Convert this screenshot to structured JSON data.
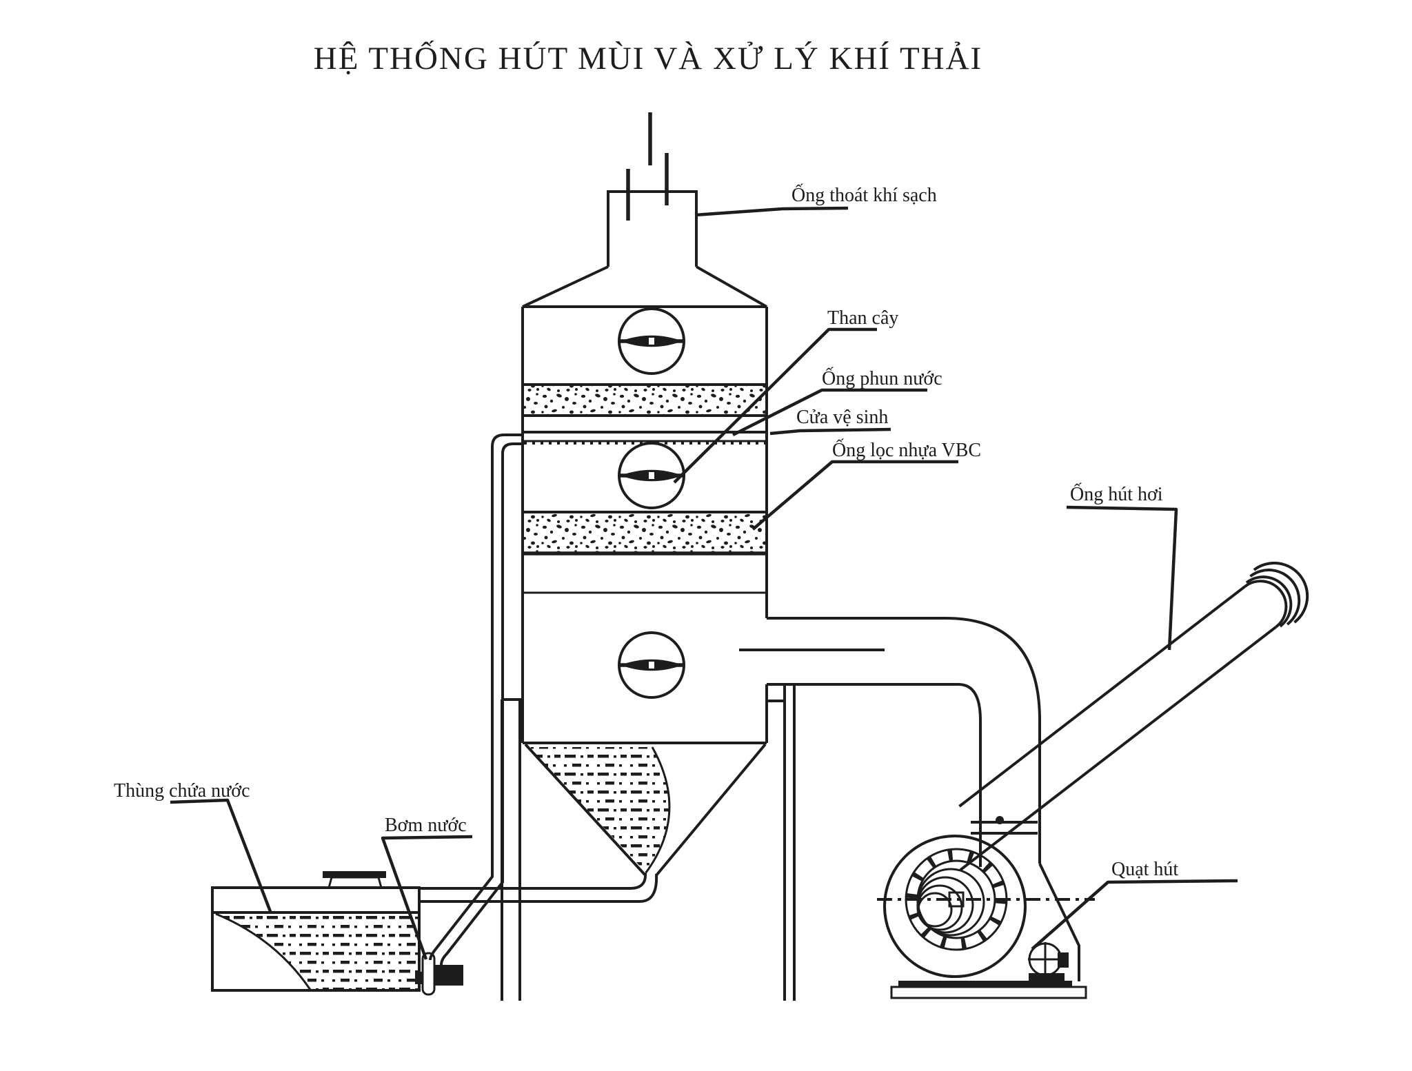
{
  "colors": {
    "background": "#ffffff",
    "ink": "#1d1d1d"
  },
  "diagram": {
    "title": "HỆ THỐNG HÚT MÙI VÀ XỬ LÝ KHÍ THẢI",
    "labels": {
      "clean_air_outlet": "Ống thoát khí sạch",
      "charcoal": "Than cây",
      "water_spray_pipe": "Ống phun nước",
      "cleaning_door": "Cửa vệ sinh",
      "vbc_filter_pipe": "Ống lọc nhựa VBC",
      "vapor_suction_pipe": "Ống hút hơi",
      "water_tank": "Thùng chứa nước",
      "water_pump": "Bơm nước",
      "suction_fan": "Quạt hút"
    }
  }
}
